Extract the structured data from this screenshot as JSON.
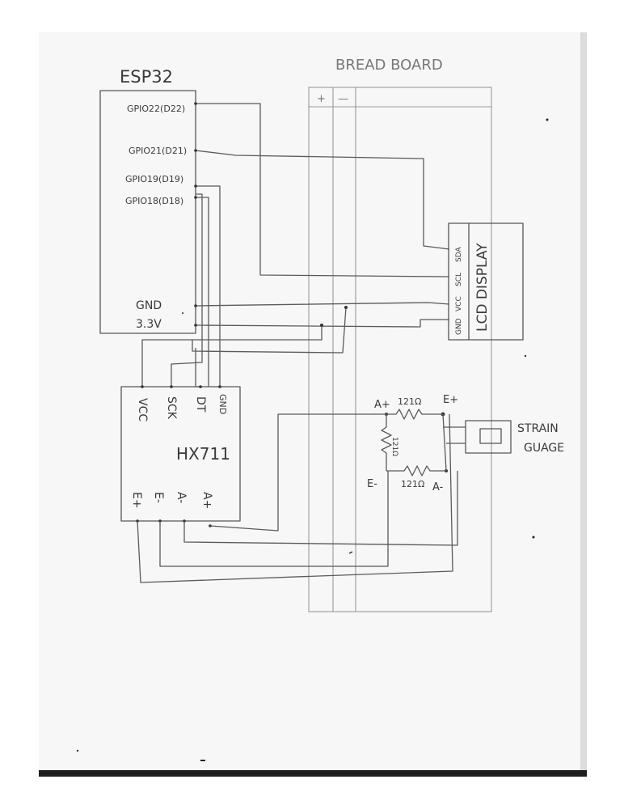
{
  "esp32": {
    "title": "ESP32",
    "pins": [
      "GPIO22(D22)",
      "GPIO21(D21)",
      "GPIO19(D19)",
      "GPIO18(D18)",
      "GND",
      "3.3V"
    ]
  },
  "breadboard": {
    "title": "BREAD BOARD",
    "rail_plus": "+",
    "rail_minus": "—"
  },
  "lcd": {
    "title": "LCD DISPLAY",
    "pins": [
      "SDA",
      "SCL",
      "VCC",
      "GND"
    ]
  },
  "hx711": {
    "title": "HX711",
    "top_pins": [
      "VCC",
      "SCK",
      "DT",
      "GND"
    ],
    "bottom_pins": [
      "E+",
      "E-",
      "A-",
      "A+"
    ]
  },
  "bridge": {
    "labels": {
      "a_plus": "A+",
      "e_plus": "E+",
      "e_minus": "E-",
      "a_minus": "A-"
    },
    "resistors": [
      "121Ω",
      "121Ω",
      "121Ω"
    ]
  },
  "strain_gauge": {
    "label_line1": "STRAIN",
    "label_line2": "GUAGE"
  }
}
